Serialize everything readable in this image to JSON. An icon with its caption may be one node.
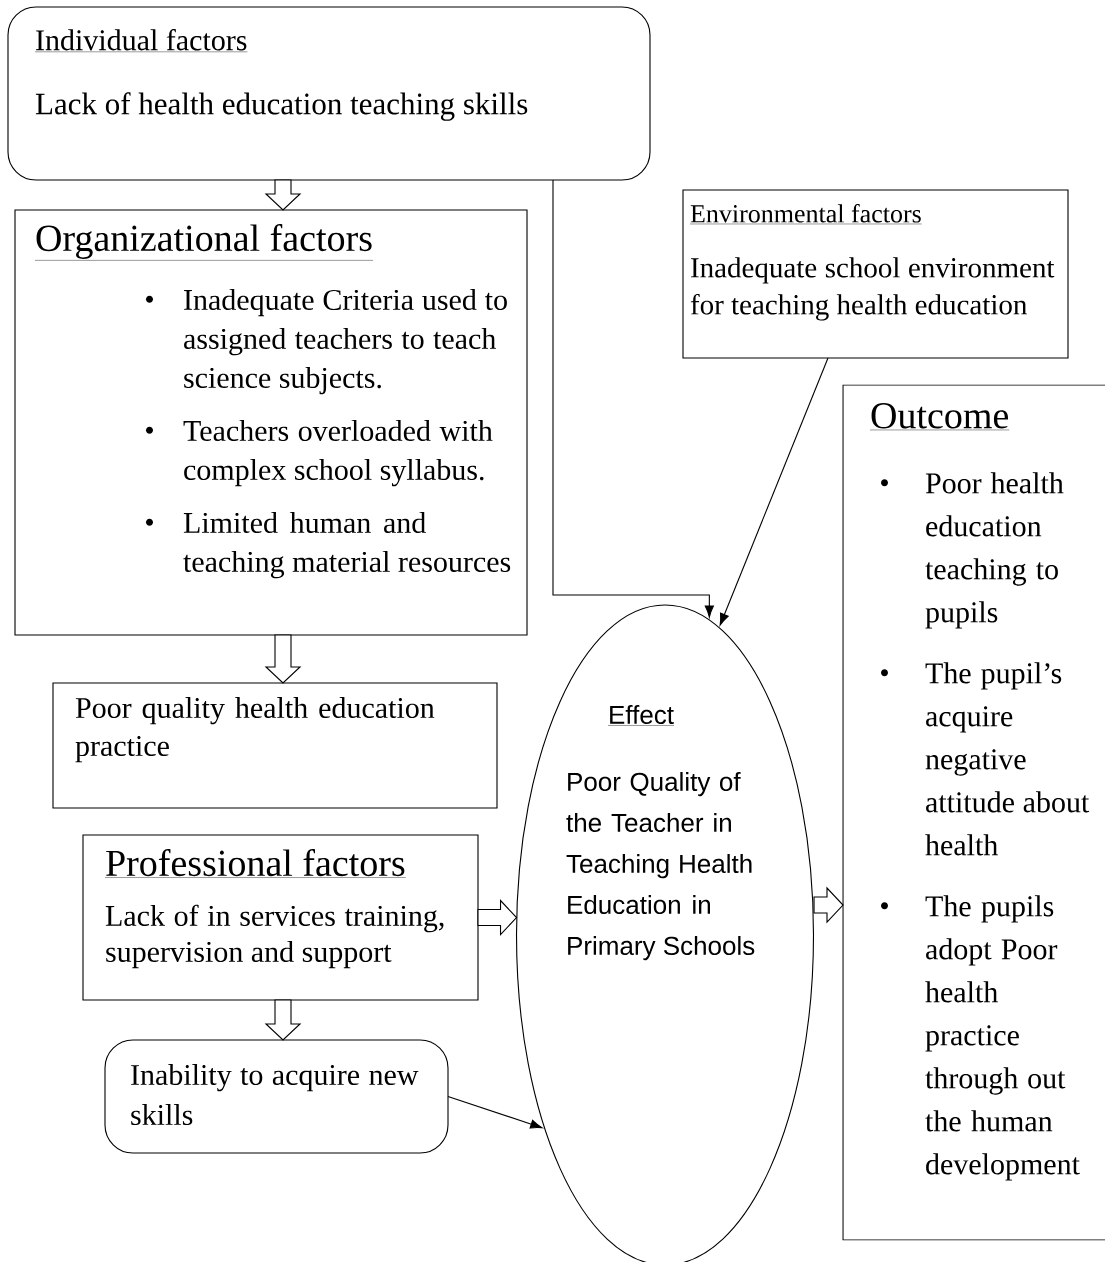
{
  "diagram": {
    "nodes": [
      {
        "text": [
          "Individual factors",
          "Lack of health education teaching skills"
        ]
      },
      {
        "text": [
          "Organizational factors",
          "Inadequate Criteria used to assigned teachers to teach science subjects.",
          "Teachers overloaded with complex school syllabus.",
          "Limited human and teaching material resources"
        ]
      },
      {
        "text": [
          "Environmental factors",
          "Inadequate school environment for teaching health education"
        ]
      },
      {
        "text": [
          "Outcome",
          "Poor health education teaching to pupils",
          "The pupil’s acquire negative attitude about health",
          "The pupils adopt Poor health practice through out the human development"
        ]
      },
      {
        "text": [
          "Poor quality health education practice"
        ]
      },
      {
        "text": [
          "Professional factors",
          "Lack of in services training, supervision and support"
        ]
      },
      {
        "text": [
          "Inability to acquire new skills"
        ]
      },
      {
        "text": [
          "Effect",
          "Poor Quality of the Teacher in Teaching Health Education in Primary Schools"
        ]
      }
    ],
    "edges": [
      {
        "from": 0,
        "to": 1,
        "arrow": "to"
      },
      {
        "from": 0,
        "to": 7,
        "arrow": "to"
      },
      {
        "from": 2,
        "to": 7,
        "arrow": "to"
      },
      {
        "from": 1,
        "to": 4,
        "arrow": "to"
      },
      {
        "from": 5,
        "to": 7,
        "arrow": "to"
      },
      {
        "from": 5,
        "to": 6,
        "arrow": "to"
      },
      {
        "from": 6,
        "to": 7,
        "arrow": "to"
      },
      {
        "from": 7,
        "to": 3,
        "arrow": "to"
      }
    ]
  }
}
